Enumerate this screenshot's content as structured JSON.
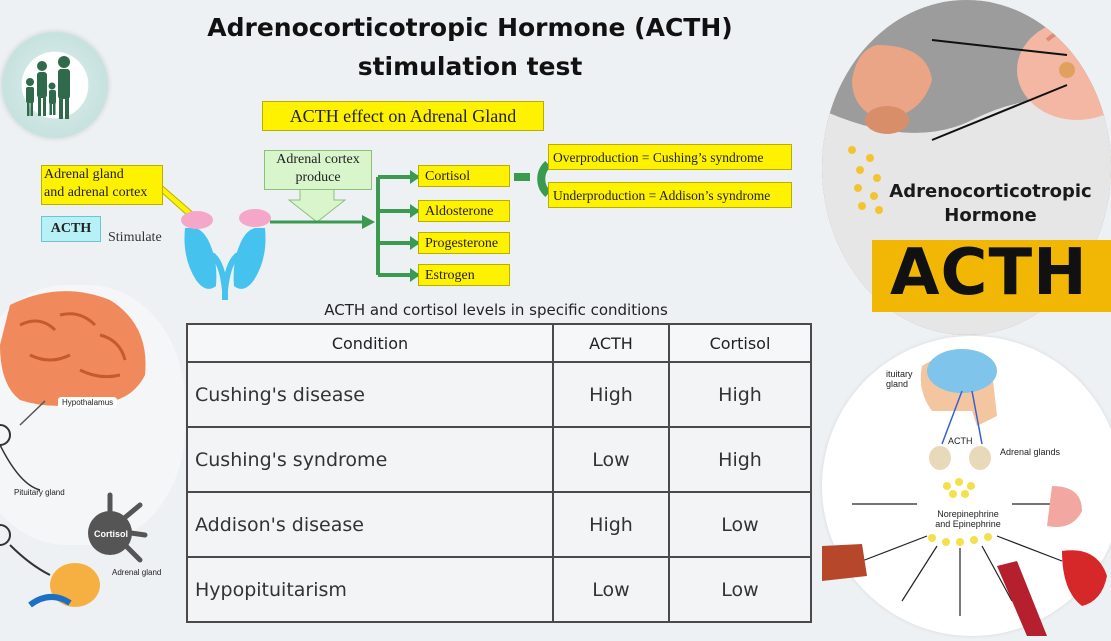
{
  "title": {
    "line1": "Adrenocorticotropic Hormone (ACTH)",
    "line2": "stimulation test"
  },
  "diagram": {
    "header": "ACTH effect on Adrenal Gland",
    "gland_label_line1": "Adrenal gland",
    "gland_label_line2": "and adrenal cortex",
    "acth_label": "ACTH",
    "stimulate_label": "Stimulate",
    "cortex_line1": "Adrenal cortex",
    "cortex_line2": "produce",
    "hormones": [
      "Cortisol",
      "Aldosterone",
      "Progesterone",
      "Estrogen"
    ],
    "conditions": [
      "Overproduction = Cushing’s syndrome",
      "Underproduction = Addison’s syndrome"
    ],
    "colors": {
      "yellow_box": "#fff200",
      "green_arrow": "#3a9a50",
      "blue_box": "#b7f0f7",
      "kidney": "#45c3ee",
      "gland": "#f4a7c8"
    }
  },
  "acth_panel": {
    "subtitle_line1": "Adrenocorticotropic",
    "subtitle_line2": "Hormone",
    "big_label": "ACTH",
    "band_color": "#f2b705"
  },
  "brain_panel": {
    "hypothalamus": "Hypothalamus",
    "pituitary": "Pituitary gland",
    "cortisol": "Cortisol",
    "adrenal": "Adrenal gland"
  },
  "pathway_panel": {
    "pituitary_line1": "ituitary",
    "pituitary_line2": "gland",
    "acth": "ACTH",
    "adrenal": "Adrenal glands",
    "ne_line1": "Norepinephrine",
    "ne_line2": "and Epinephrine"
  },
  "table": {
    "caption": "ACTH and cortisol levels in specific conditions",
    "headers": [
      "Condition",
      "ACTH",
      "Cortisol"
    ],
    "rows": [
      {
        "condition": "Cushing's disease",
        "acth": "High",
        "cortisol": "High"
      },
      {
        "condition": "Cushing's syndrome",
        "acth": "Low",
        "cortisol": "High"
      },
      {
        "condition": "Addison's disease",
        "acth": "High",
        "cortisol": "Low"
      },
      {
        "condition": "Hypopituitarism",
        "acth": "Low",
        "cortisol": "Low"
      }
    ]
  }
}
